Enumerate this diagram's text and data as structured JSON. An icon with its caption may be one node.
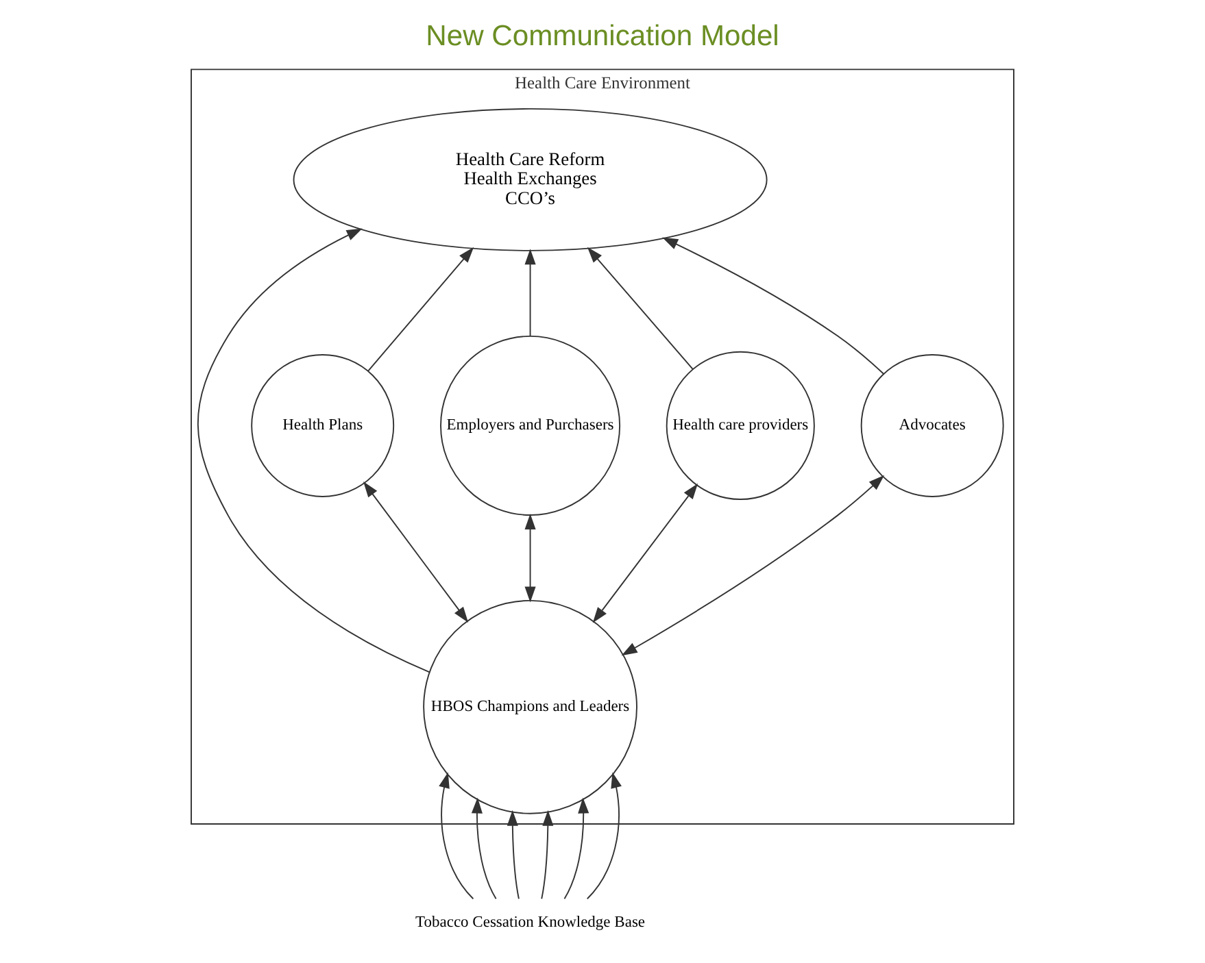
{
  "diagram": {
    "title": "New Communication Model",
    "nodes": [
      {
        "text": [
          "Health Care Environment"
        ]
      },
      {
        "text": [
          "Health Care Reform",
          "Health Exchanges",
          "CCO’s"
        ],
        "in": 0
      },
      {
        "text": [
          "Health Plans"
        ],
        "in": 0
      },
      {
        "text": [
          "Employers and Purchasers"
        ],
        "in": 0
      },
      {
        "text": [
          "Health care providers"
        ],
        "in": 0
      },
      {
        "text": [
          "HBOS Champions and Leaders"
        ],
        "in": 0
      },
      {
        "text": [
          "Advocates"
        ],
        "in": 0
      },
      {
        "text": [
          "Tobacco Cessation Knowledge Base"
        ]
      }
    ],
    "edges": [
      {
        "from": 2,
        "to": 1,
        "arrow": "to"
      },
      {
        "from": 4,
        "to": 1,
        "arrow": "to"
      },
      {
        "from": 5,
        "to": 1,
        "arrow": "to"
      },
      {
        "from": 6,
        "to": 1,
        "arrow": "to"
      },
      {
        "from": 3,
        "to": 1,
        "arrow": "to"
      },
      {
        "from": 5,
        "to": 2,
        "arrow": "both"
      },
      {
        "from": 5,
        "to": 3,
        "arrow": "both"
      },
      {
        "from": 5,
        "to": 4,
        "arrow": "both"
      },
      {
        "from": 5,
        "to": 6,
        "arrow": "both"
      },
      {
        "from": 7,
        "to": 5,
        "arrow": "to"
      },
      {
        "from": 7,
        "to": 5,
        "arrow": "to"
      },
      {
        "from": 7,
        "to": 5,
        "arrow": "to"
      },
      {
        "from": 7,
        "to": 5,
        "arrow": "to"
      },
      {
        "from": 7,
        "to": 5,
        "arrow": "to"
      },
      {
        "from": 7,
        "to": 5,
        "arrow": "to"
      }
    ]
  }
}
